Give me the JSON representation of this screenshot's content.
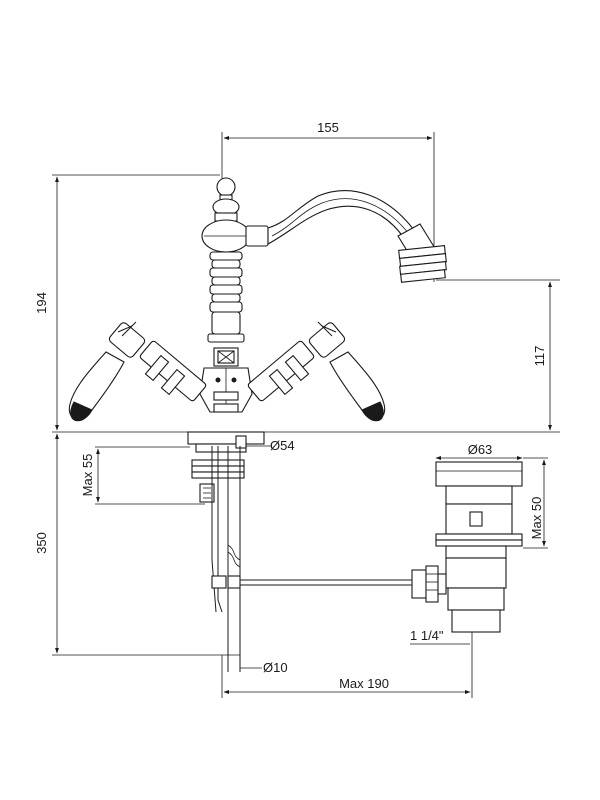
{
  "diagram": {
    "dimensions": {
      "spout_reach": "155",
      "overall_height": "194",
      "spout_outlet_height": "117",
      "base_diameter": "Ø54",
      "deck_thickness": "Max 55",
      "drain_diameter": "Ø63",
      "drain_depth": "Max 50",
      "below_deck": "350",
      "tube_diameter": "Ø10",
      "drain_reach": "Max 190",
      "thread_size": "1 1/4\""
    }
  }
}
